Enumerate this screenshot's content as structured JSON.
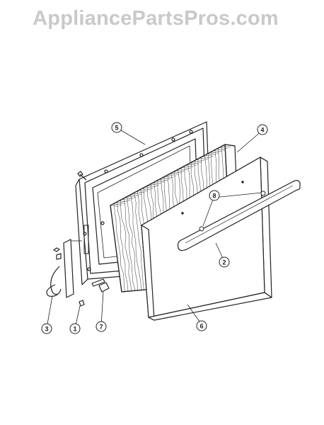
{
  "watermark": "AppliancePartsPros.com",
  "colors": {
    "line": "#222222",
    "wood": "#555555",
    "watermark": "#c9c9c9"
  },
  "callouts": [
    {
      "id": "5",
      "label": "5"
    },
    {
      "id": "4",
      "label": "4"
    },
    {
      "id": "8",
      "label": "8"
    },
    {
      "id": "2",
      "label": "2"
    },
    {
      "id": "3",
      "label": "3"
    },
    {
      "id": "1",
      "label": "1"
    },
    {
      "id": "7",
      "label": "7"
    },
    {
      "id": "6",
      "label": "6"
    }
  ]
}
